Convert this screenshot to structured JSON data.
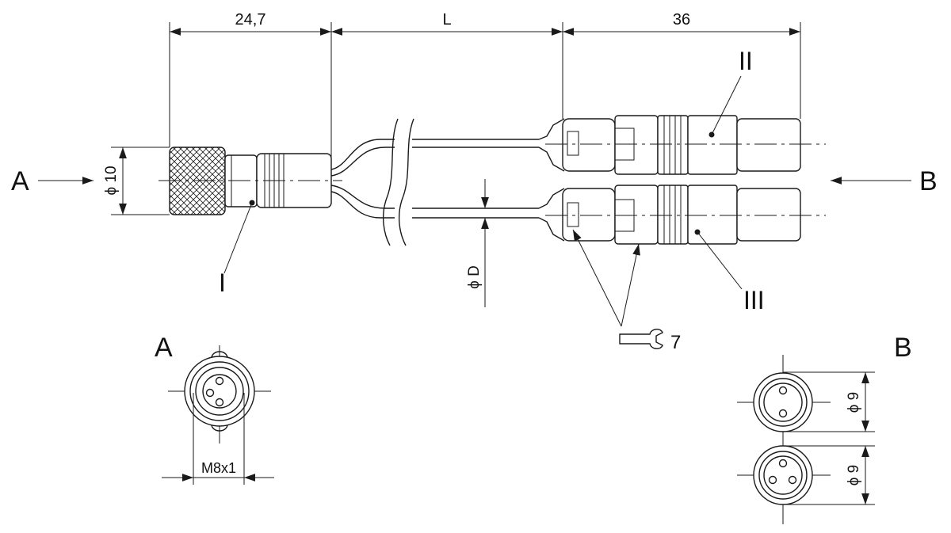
{
  "dimensions": {
    "length_left": "24,7",
    "length_cable": "L",
    "length_right": "36",
    "diameter_connector": "ϕ 10",
    "diameter_cable": "ϕ D",
    "diameter_b1": "ϕ 9",
    "diameter_b2": "ϕ 9",
    "thread": "M8x1"
  },
  "labels": {
    "view_a": "A",
    "view_b": "B",
    "connector_1": "I",
    "connector_2": "II",
    "connector_3": "III",
    "wrench_size": "7",
    "detail_a": "A",
    "detail_b": "B"
  },
  "colors": {
    "line": "#1a1a1a",
    "background": "#ffffff"
  }
}
